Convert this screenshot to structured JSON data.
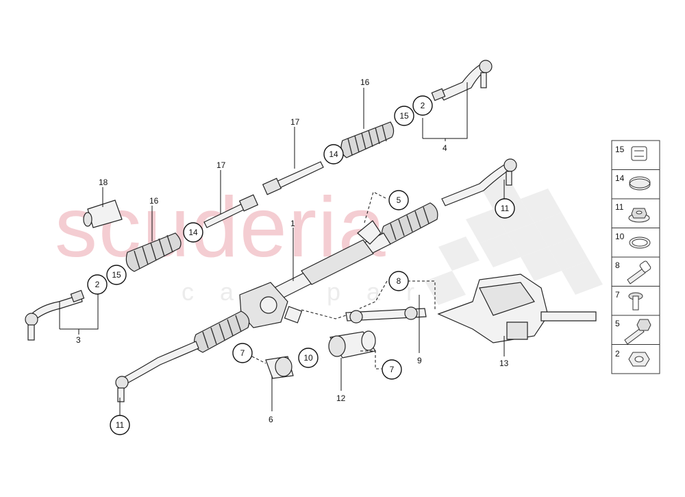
{
  "watermark": {
    "brand": "scuderia",
    "sub": "car parts"
  },
  "main_labels": {
    "l1": "1",
    "l3": "3",
    "l4": "4",
    "l6": "6",
    "l9": "9",
    "l12": "12",
    "l13": "13",
    "l16a": "16",
    "l16b": "16",
    "l17a": "17",
    "l17b": "17",
    "l18": "18"
  },
  "callouts": {
    "c2a": "2",
    "c2b": "2",
    "c5": "5",
    "c7a": "7",
    "c7b": "7",
    "c8": "8",
    "c10": "10",
    "c11a": "11",
    "c11b": "11",
    "c14a": "14",
    "c14b": "14",
    "c15a": "15",
    "c15b": "15"
  },
  "legend": [
    {
      "num": "15",
      "icon": "clamp-icon"
    },
    {
      "num": "14",
      "icon": "band-clamp-icon"
    },
    {
      "num": "11",
      "icon": "flange-nut-icon"
    },
    {
      "num": "10",
      "icon": "ring-clamp-icon"
    },
    {
      "num": "8",
      "icon": "bolt-icon"
    },
    {
      "num": "7",
      "icon": "flange-bolt-icon"
    },
    {
      "num": "5",
      "icon": "hex-bolt-icon"
    },
    {
      "num": "2",
      "icon": "hex-nut-icon"
    }
  ]
}
